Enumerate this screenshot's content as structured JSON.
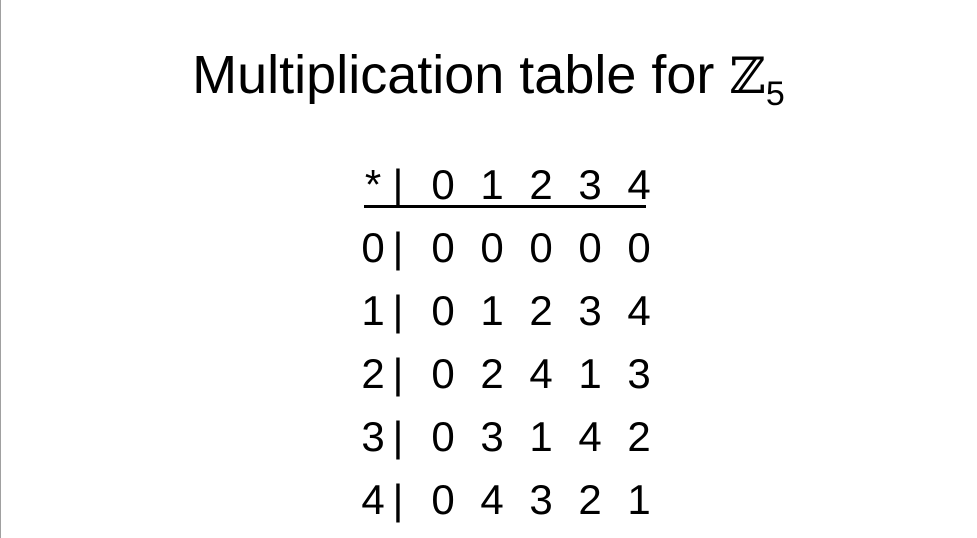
{
  "title": {
    "text": "Multiplication table for ",
    "set_symbol": "ℤ",
    "subscript": "5"
  },
  "table": {
    "header": {
      "operator": "*",
      "separator": "|",
      "columns": [
        "0",
        "1",
        "2",
        "3",
        "4"
      ]
    },
    "rows": [
      {
        "label": "0",
        "separator": "|",
        "values": [
          "0",
          "0",
          "0",
          "0",
          "0"
        ]
      },
      {
        "label": "1",
        "separator": "|",
        "values": [
          "0",
          "1",
          "2",
          "3",
          "4"
        ]
      },
      {
        "label": "2",
        "separator": "|",
        "values": [
          "0",
          "2",
          "4",
          "1",
          "3"
        ]
      },
      {
        "label": "3",
        "separator": "|",
        "values": [
          "0",
          "3",
          "1",
          "4",
          "2"
        ]
      },
      {
        "label": "4",
        "separator": "|",
        "values": [
          "0",
          "4",
          "3",
          "2",
          "1"
        ]
      }
    ]
  }
}
